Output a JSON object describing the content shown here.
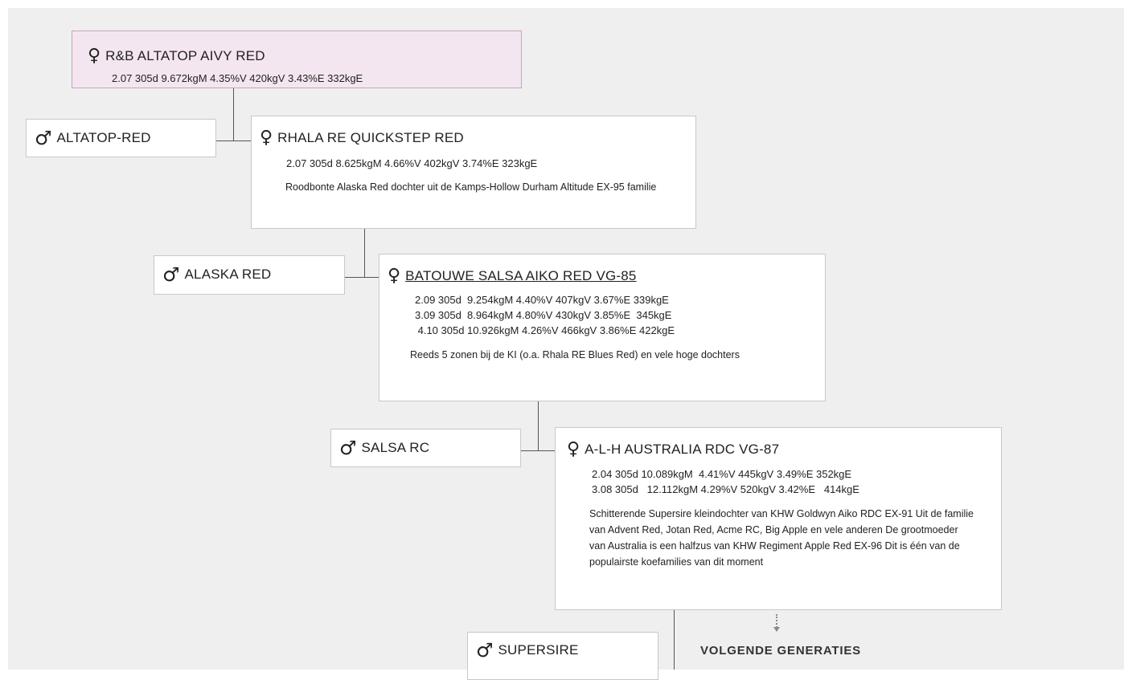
{
  "symbols": {
    "female": "♀",
    "male": "♂"
  },
  "gen1": {
    "dam": {
      "name": "R&B ALTATOP AIVY RED",
      "stats": "2.07 305d 9.672kgM 4.35%V 420kgV 3.43%E 332kgE"
    }
  },
  "gen2": {
    "sire": {
      "name": "ALTATOP-RED"
    },
    "dam": {
      "name": "RHALA RE QUICKSTEP RED",
      "stats": "2.07 305d 8.625kgM 4.66%V 402kgV 3.74%E 323kgE",
      "description": "Roodbonte Alaska Red dochter uit de Kamps-Hollow Durham Altitude EX-95 familie"
    }
  },
  "gen3": {
    "sire": {
      "name": "ALASKA RED"
    },
    "dam": {
      "name": "BATOUWE SALSA AIKO RED VG-85",
      "stats": [
        "2.09 305d  9.254kgM 4.40%V 407kgV 3.67%E 339kgE",
        "3.09 305d  8.964kgM 4.80%V 430kgV 3.85%E  345kgE",
        " 4.10 305d 10.926kgM 4.26%V 466kgV 3.86%E 422kgE"
      ],
      "description": "Reeds 5 zonen bij de KI (o.a. Rhala RE Blues Red) en vele hoge dochters"
    }
  },
  "gen4": {
    "sire": {
      "name": "SALSA RC"
    },
    "dam": {
      "name": "A-L-H AUSTRALIA RDC VG-87",
      "stats": [
        "2.04 305d 10.089kgM  4.41%V 445kgV 3.49%E 352kgE",
        "3.08 305d   12.112kgM 4.29%V 520kgV 3.42%E   414kgE"
      ],
      "description": "Schitterende Supersire kleindochter van KHW Goldwyn Aiko RDC EX-91 Uit de familie van Advent Red, Jotan Red, Acme RC, Big Apple en vele anderen De grootmoeder van Australia is een halfzus van KHW Regiment Apple Red EX-96 Dit is één van de populairste koefamilies van dit moment"
    }
  },
  "gen5": {
    "sire": {
      "name": "SUPERSIRE"
    },
    "next_label": "VOLGENDE GENERATIES"
  }
}
